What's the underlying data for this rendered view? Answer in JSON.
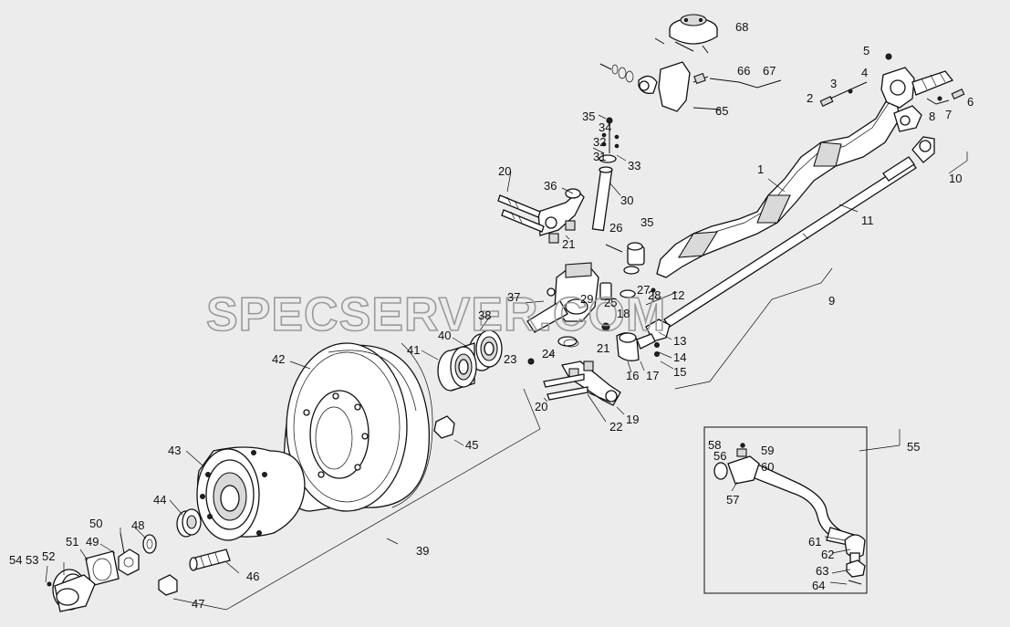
{
  "watermark": "SPECSERVER.COM",
  "labels": [
    {
      "id": "l1",
      "text": "1"
    },
    {
      "id": "l2",
      "text": "2"
    },
    {
      "id": "l3",
      "text": "3"
    },
    {
      "id": "l4",
      "text": "4"
    },
    {
      "id": "l5",
      "text": "5"
    },
    {
      "id": "l6",
      "text": "6"
    },
    {
      "id": "l7",
      "text": "7"
    },
    {
      "id": "l8",
      "text": "8"
    },
    {
      "id": "l9",
      "text": "9"
    },
    {
      "id": "l10",
      "text": "10"
    },
    {
      "id": "l11",
      "text": "11"
    },
    {
      "id": "l12",
      "text": "12"
    },
    {
      "id": "l13",
      "text": "13"
    },
    {
      "id": "l14",
      "text": "14"
    },
    {
      "id": "l15",
      "text": "15"
    },
    {
      "id": "l16",
      "text": "16"
    },
    {
      "id": "l17",
      "text": "17"
    },
    {
      "id": "l18",
      "text": "18"
    },
    {
      "id": "l19",
      "text": "19"
    },
    {
      "id": "l20a",
      "text": "20"
    },
    {
      "id": "l20b",
      "text": "20"
    },
    {
      "id": "l21a",
      "text": "21"
    },
    {
      "id": "l21b",
      "text": "21"
    },
    {
      "id": "l22",
      "text": "22"
    },
    {
      "id": "l23",
      "text": "23"
    },
    {
      "id": "l24",
      "text": "24"
    },
    {
      "id": "l25",
      "text": "25"
    },
    {
      "id": "l26",
      "text": "26"
    },
    {
      "id": "l27",
      "text": "27"
    },
    {
      "id": "l28",
      "text": "28"
    },
    {
      "id": "l29",
      "text": "29"
    },
    {
      "id": "l30",
      "text": "30"
    },
    {
      "id": "l31",
      "text": "31"
    },
    {
      "id": "l32",
      "text": "32"
    },
    {
      "id": "l33",
      "text": "33"
    },
    {
      "id": "l34",
      "text": "34"
    },
    {
      "id": "l35a",
      "text": "35"
    },
    {
      "id": "l35b",
      "text": "35"
    },
    {
      "id": "l36",
      "text": "36"
    },
    {
      "id": "l37",
      "text": "37"
    },
    {
      "id": "l38",
      "text": "38"
    },
    {
      "id": "l39",
      "text": "39"
    },
    {
      "id": "l40",
      "text": "40"
    },
    {
      "id": "l41",
      "text": "41"
    },
    {
      "id": "l42",
      "text": "42"
    },
    {
      "id": "l43",
      "text": "43"
    },
    {
      "id": "l44",
      "text": "44"
    },
    {
      "id": "l45",
      "text": "45"
    },
    {
      "id": "l46",
      "text": "46"
    },
    {
      "id": "l47",
      "text": "47"
    },
    {
      "id": "l48",
      "text": "48"
    },
    {
      "id": "l49",
      "text": "49"
    },
    {
      "id": "l50",
      "text": "50"
    },
    {
      "id": "l51",
      "text": "51"
    },
    {
      "id": "l52",
      "text": "52"
    },
    {
      "id": "l53",
      "text": "53"
    },
    {
      "id": "l54",
      "text": "54"
    },
    {
      "id": "l55",
      "text": "55"
    },
    {
      "id": "l56",
      "text": "56"
    },
    {
      "id": "l57",
      "text": "57"
    },
    {
      "id": "l58",
      "text": "58"
    },
    {
      "id": "l59",
      "text": "59"
    },
    {
      "id": "l60",
      "text": "60"
    },
    {
      "id": "l61",
      "text": "61"
    },
    {
      "id": "l62",
      "text": "62"
    },
    {
      "id": "l63",
      "text": "63"
    },
    {
      "id": "l64",
      "text": "64"
    },
    {
      "id": "l65",
      "text": "65"
    },
    {
      "id": "l66",
      "text": "66"
    },
    {
      "id": "l67",
      "text": "67"
    },
    {
      "id": "l68",
      "text": "68"
    }
  ]
}
